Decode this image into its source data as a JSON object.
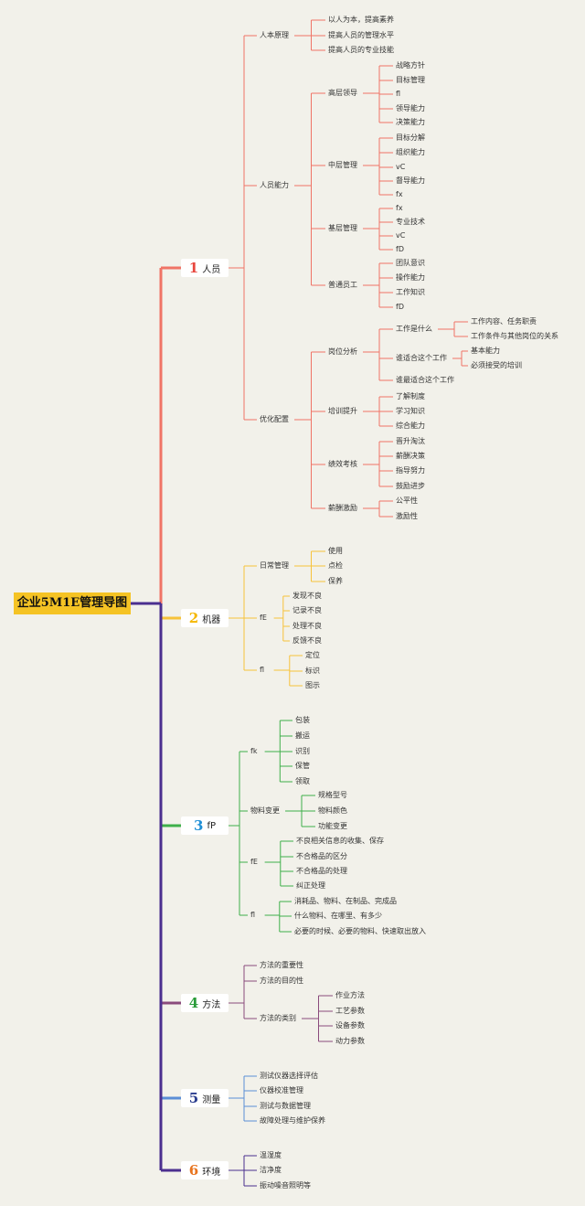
{
  "root": {
    "label": "企业5M1E管理导图"
  },
  "categories": [
    {
      "num": "1",
      "label": "人员",
      "color": "#e8473e",
      "line": "#f07466",
      "children": [
        {
          "label": "人本原理",
          "children": [
            {
              "label": "以人为本，提高素养"
            },
            {
              "label": "提高人员的管理水平"
            },
            {
              "label": "提高人员的专业技能"
            }
          ]
        },
        {
          "label": "人员能力",
          "children": [
            {
              "label": "高层领导",
              "children": [
                {
                  "label": "战略方针"
                },
                {
                  "label": "目标管理"
                },
                {
                  "label": "fl"
                },
                {
                  "label": "领导能力"
                },
                {
                  "label": "决策能力"
                }
              ]
            },
            {
              "label": "中层管理",
              "children": [
                {
                  "label": "目标分解"
                },
                {
                  "label": "组织能力"
                },
                {
                  "label": "vC"
                },
                {
                  "label": "督导能力"
                },
                {
                  "label": "fx"
                }
              ]
            },
            {
              "label": "基层管理",
              "children": [
                {
                  "label": "fx"
                },
                {
                  "label": "专业技术"
                },
                {
                  "label": "vC"
                },
                {
                  "label": "fD"
                }
              ]
            },
            {
              "label": "普通员工",
              "children": [
                {
                  "label": "团队意识"
                },
                {
                  "label": "操作能力"
                },
                {
                  "label": "工作知识"
                },
                {
                  "label": "fD"
                }
              ]
            }
          ]
        },
        {
          "label": "优化配置",
          "children": [
            {
              "label": "岗位分析",
              "children": [
                {
                  "label": "工作是什么",
                  "children": [
                    {
                      "label": "工作内容、任务职责"
                    },
                    {
                      "label": "工作条件与其他岗位的关系"
                    }
                  ]
                },
                {
                  "label": "谁适合这个工作",
                  "children": [
                    {
                      "label": "基本能力"
                    },
                    {
                      "label": "必须接受的培训"
                    }
                  ]
                },
                {
                  "label": "谁最适合这个工作"
                }
              ]
            },
            {
              "label": "培训提升",
              "children": [
                {
                  "label": "了解制度"
                },
                {
                  "label": "学习知识"
                },
                {
                  "label": "综合能力"
                }
              ]
            },
            {
              "label": "绩效考核",
              "children": [
                {
                  "label": "晋升淘汰"
                },
                {
                  "label": "薪酬决策"
                },
                {
                  "label": "指导努力"
                },
                {
                  "label": "鼓励进步"
                }
              ]
            },
            {
              "label": "薪酬激励",
              "children": [
                {
                  "label": "公平性"
                },
                {
                  "label": "激励性"
                }
              ]
            }
          ]
        }
      ]
    },
    {
      "num": "2",
      "label": "机器",
      "color": "#f5b700",
      "line": "#f7c23a",
      "children": [
        {
          "label": "日常管理",
          "children": [
            {
              "label": "使用"
            },
            {
              "label": "点检"
            },
            {
              "label": "保养"
            }
          ]
        },
        {
          "label": "fE",
          "children": [
            {
              "label": "发现不良"
            },
            {
              "label": "记录不良"
            },
            {
              "label": "处理不良"
            },
            {
              "label": "反馈不良"
            }
          ]
        },
        {
          "label": "fl",
          "children": [
            {
              "label": "定位"
            },
            {
              "label": "标识"
            },
            {
              "label": "图示"
            }
          ]
        }
      ]
    },
    {
      "num": "3",
      "label": "fP",
      "color": "#1f8fd6",
      "line": "#3fb04a",
      "children": [
        {
          "label": "fk",
          "children": [
            {
              "label": "包装"
            },
            {
              "label": "搬运"
            },
            {
              "label": "识别"
            },
            {
              "label": "保管"
            },
            {
              "label": "领取"
            }
          ]
        },
        {
          "label": "物料变更",
          "children": [
            {
              "label": "规格型号"
            },
            {
              "label": "物料颜色"
            },
            {
              "label": "功能变更"
            }
          ]
        },
        {
          "label": "fE",
          "children": [
            {
              "label": "不良相关信息的收集、保存"
            },
            {
              "label": "不合格品的区分"
            },
            {
              "label": "不合格品的处理"
            },
            {
              "label": "纠正处理"
            }
          ]
        },
        {
          "label": "fl",
          "children": [
            {
              "label": "消耗品、物料、在制品、完成品"
            },
            {
              "label": "什么物料、在哪里、有多少"
            },
            {
              "label": "必要的时候、必要的物料、快速取出放入"
            }
          ]
        }
      ]
    },
    {
      "num": "4",
      "label": "方法",
      "color": "#2a9c3a",
      "line": "#8a4a7c",
      "children": [
        {
          "label": "方法的重要性"
        },
        {
          "label": "方法的目的性"
        },
        {
          "label": "方法的类别",
          "children": [
            {
              "label": "作业方法"
            },
            {
              "label": "工艺参数"
            },
            {
              "label": "设备参数"
            },
            {
              "label": "动力参数"
            }
          ]
        }
      ]
    },
    {
      "num": "5",
      "label": "测量",
      "color": "#2b3d8f",
      "line": "#5b8ed6",
      "children": [
        {
          "label": "测试仪器选择评估"
        },
        {
          "label": "仪器校准管理"
        },
        {
          "label": "测试与数据管理"
        },
        {
          "label": "故障处理与维护保养"
        }
      ]
    },
    {
      "num": "6",
      "label": "环境",
      "color": "#e8741e",
      "line": "#4b2f8f",
      "children": [
        {
          "label": "温湿度"
        },
        {
          "label": "洁净度"
        },
        {
          "label": "振动噪音照明等"
        }
      ]
    }
  ]
}
